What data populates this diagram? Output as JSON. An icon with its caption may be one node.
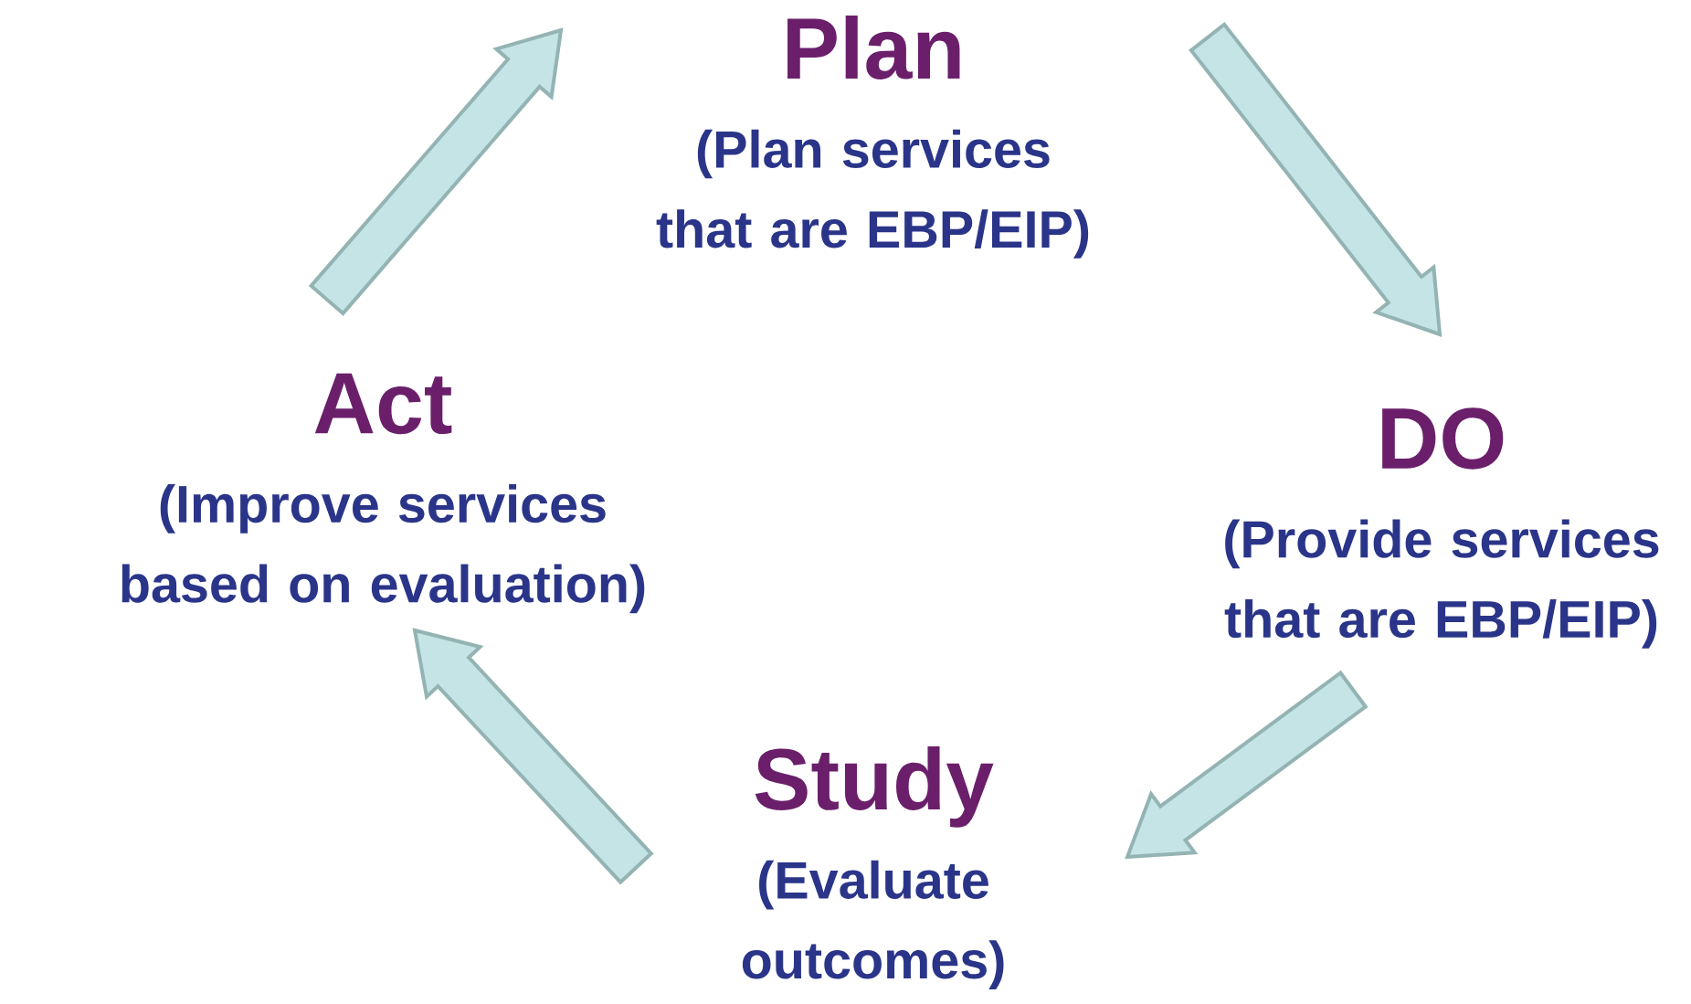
{
  "diagram": {
    "nodes": [
      {
        "text": [
          "Plan",
          "(Plan services that are EBP/EIP)"
        ]
      },
      {
        "text": [
          "DO",
          "(Provide services that are EBP/EIP)"
        ]
      },
      {
        "text": [
          "Study",
          "(Evaluate outcomes)"
        ]
      },
      {
        "text": [
          "Act",
          "(Improve services based on evaluation)"
        ]
      }
    ],
    "edges": [
      {
        "from": 0,
        "to": 1,
        "arrow": "to"
      },
      {
        "from": 1,
        "to": 2,
        "arrow": "to"
      },
      {
        "from": 2,
        "to": 3,
        "arrow": "to"
      },
      {
        "from": 3,
        "to": 0,
        "arrow": "to"
      }
    ]
  }
}
